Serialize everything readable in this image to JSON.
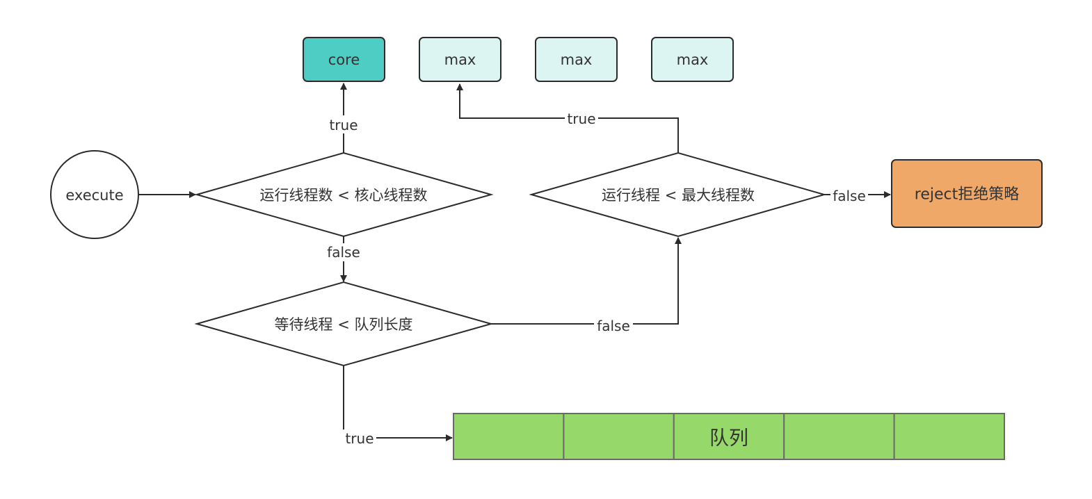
{
  "start": {
    "label": "execute"
  },
  "thread_boxes": [
    {
      "label": "core",
      "fill": "#4ecdc4"
    },
    {
      "label": "max",
      "fill": "#dcf5f3"
    },
    {
      "label": "max",
      "fill": "#dcf5f3"
    },
    {
      "label": "max",
      "fill": "#dcf5f3"
    }
  ],
  "decisions": {
    "core_check": "运行线程数 < 核心线程数",
    "queue_check": "等待线程 < 队列长度",
    "max_check": "运行线程 < 最大线程数"
  },
  "edge_labels": {
    "core_true": "true",
    "core_false": "false",
    "queue_true": "true",
    "queue_false": "false",
    "max_true": "true",
    "max_false": "false"
  },
  "reject": {
    "label": "reject拒绝策略",
    "fill": "#f0a868"
  },
  "queue": {
    "label": "队列",
    "fill": "#96d96a",
    "slots": 5
  },
  "colors": {
    "stroke": "#2b2b2b",
    "text": "#333333"
  }
}
